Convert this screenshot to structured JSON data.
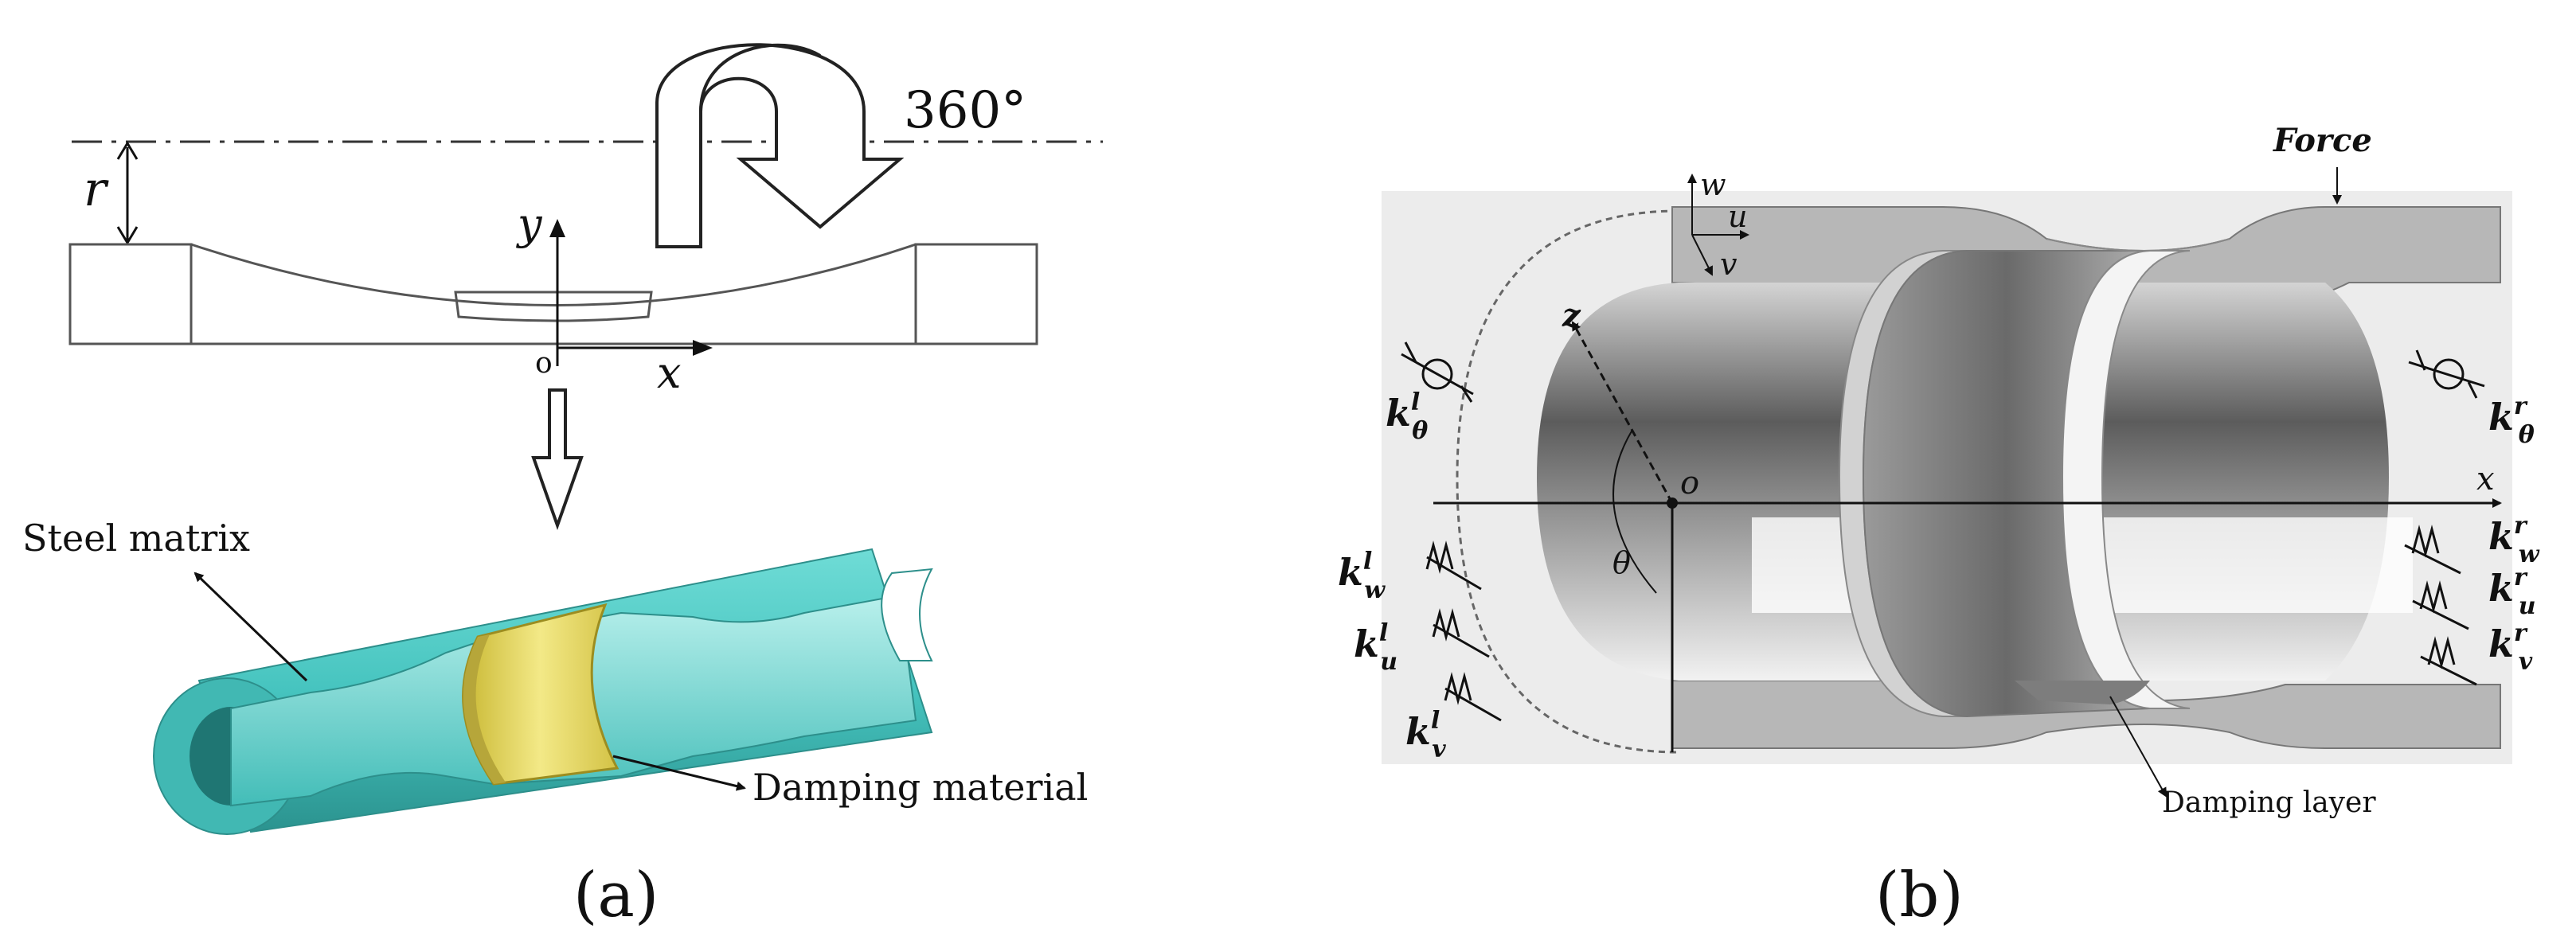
{
  "panel_a": {
    "rotation_label": "360°",
    "radius_label": "r",
    "y_label": "y",
    "x_label": "x",
    "origin_label": "o",
    "steel_label": "Steel matrix",
    "damping_label": "Damping material",
    "caption": "(a)",
    "colors": {
      "steel": "#46c4bf",
      "steel_dark": "#2e9d99",
      "damping": "#e9dc6a",
      "line": "#555555"
    }
  },
  "panel_b": {
    "force_label": "Force",
    "w_label": "w",
    "u_label": "u",
    "v_label": "v",
    "z_label": "z",
    "o_label": "o",
    "x_label": "x",
    "theta_label": "θ",
    "k_left_theta": "k",
    "k_left_theta_sup": "l",
    "k_left_theta_sub": "θ",
    "k_left_w": "k",
    "k_left_w_sup": "l",
    "k_left_w_sub": "w",
    "k_left_u": "k",
    "k_left_u_sup": "l",
    "k_left_u_sub": "u",
    "k_left_v": "k",
    "k_left_v_sup": "l",
    "k_left_v_sub": "v",
    "k_right_theta": "k",
    "k_right_theta_sup": "r",
    "k_right_theta_sub": "θ",
    "k_right_w": "k",
    "k_right_w_sup": "r",
    "k_right_w_sub": "w",
    "k_right_u": "k",
    "k_right_u_sup": "r",
    "k_right_u_sub": "u",
    "k_right_v": "k",
    "k_right_v_sup": "r",
    "k_right_v_sub": "v",
    "damping_label": "Damping layer",
    "caption": "(b)"
  }
}
